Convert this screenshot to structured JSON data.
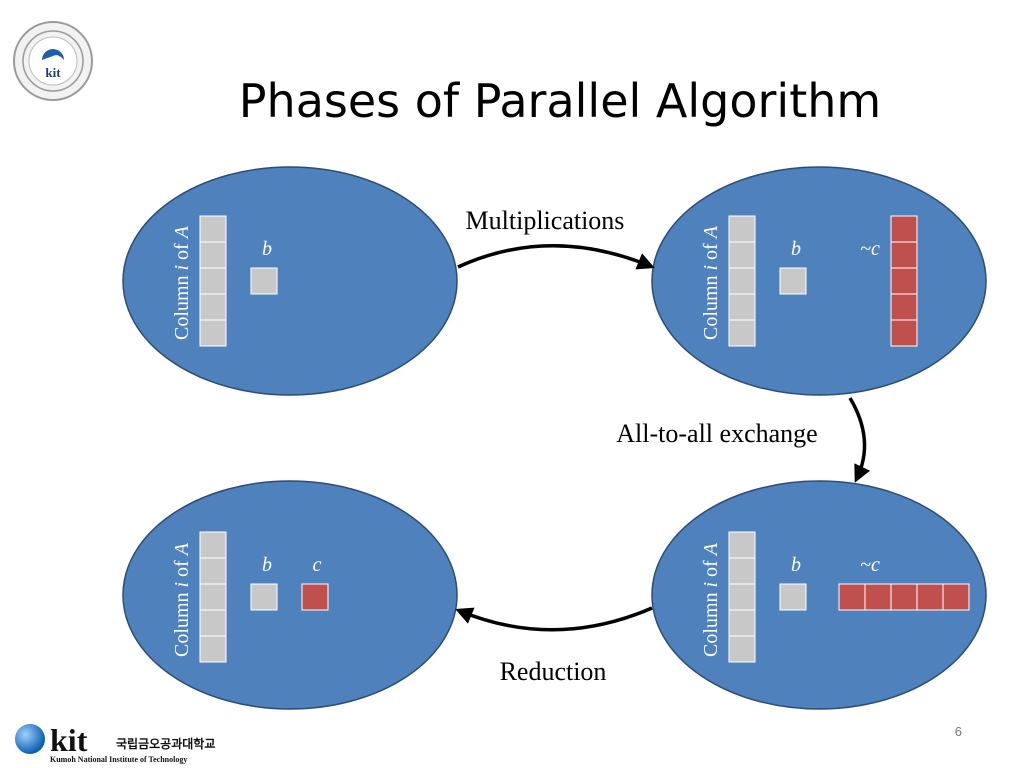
{
  "title": "Phases of Parallel Algorithm",
  "page_number": "6",
  "logo": {
    "brand": "kit",
    "korean": "국립금오공과대학교",
    "english": "Kumoh National Institute of Technology"
  },
  "seal": {
    "center": "kit"
  },
  "labels": {
    "column": "Column",
    "col_i": "i",
    "col_of": "of",
    "col_A": "A",
    "b": "b",
    "c": "c",
    "approx_c": "~c"
  },
  "arrows": {
    "multiplications": "Multiplications",
    "all_to_all": "All-to-all exchange",
    "reduction": "Reduction"
  },
  "colors": {
    "ellipse_fill": "#4f81bd",
    "ellipse_stroke": "#2c4d75",
    "cell_gray": "#c8c8c8",
    "cell_red": "#c0504d",
    "text_white": "#ffffff"
  }
}
